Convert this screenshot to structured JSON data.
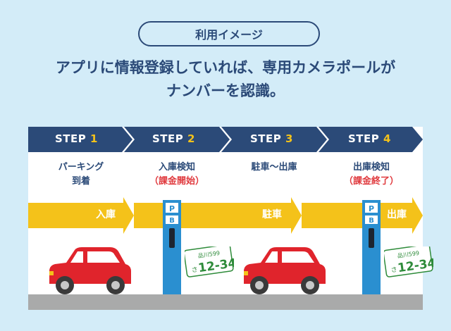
{
  "header": {
    "pill_label": "利用イメージ",
    "headline_line1": "アプリに情報登録していれば、専用カメラポールが",
    "headline_line2": "ナンバーを認識。"
  },
  "steps": [
    {
      "prefix": "STEP",
      "number": "1",
      "title": "パーキング",
      "title2": "到着",
      "sub": ""
    },
    {
      "prefix": "STEP",
      "number": "2",
      "title": "入庫検知",
      "title2": "",
      "sub": "（課金開始）"
    },
    {
      "prefix": "STEP",
      "number": "3",
      "title": "駐車〜出庫",
      "title2": "",
      "sub": ""
    },
    {
      "prefix": "STEP",
      "number": "4",
      "title": "出庫検知",
      "title2": "",
      "sub": "（課金終了）"
    }
  ],
  "flow": {
    "segment1": "入庫",
    "segment2": "駐車",
    "segment3": "出庫"
  },
  "plate": {
    "region": "品川599",
    "kana": "さ",
    "number": "12-34"
  },
  "colors": {
    "navy": "#2b4a78",
    "yellow": "#f4c21a",
    "blue_pole": "#2a8fd0",
    "car_red": "#e0242c",
    "plate_green": "#2e8b3a"
  },
  "icons": {
    "pole": "parking-camera-pole-icon",
    "car": "car-icon",
    "plate": "license-plate-icon"
  }
}
